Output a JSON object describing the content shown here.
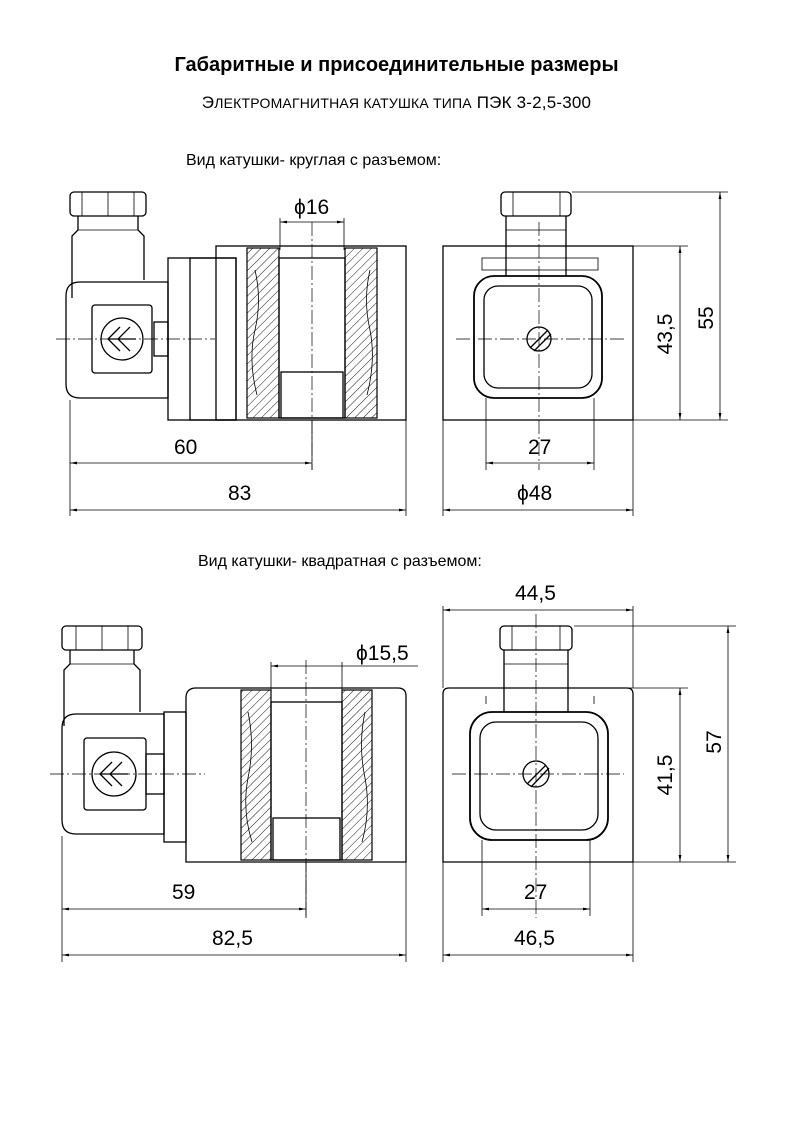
{
  "title": "Габаритные и присоединительные размеры",
  "subtitle": {
    "cap1": "Э",
    "small1": "ЛЕКТРОМАГНИТНАЯ КАТУШКА ТИПА",
    "model": "ПЭК 3-2,5-300"
  },
  "views": [
    {
      "caption": "Вид катушки- круглая с разъемом:",
      "dims": {
        "bore": "ϕ16",
        "center_to_axis": "60",
        "overall_length": "83",
        "height_total": "55",
        "height_connector": "43,5",
        "connector_width": "27",
        "width": "ϕ48"
      }
    },
    {
      "caption": "Вид катушки- квадратная с разъемом:",
      "dims": {
        "bore": "ϕ15,5",
        "center_to_axis": "59",
        "overall_length": "82,5",
        "top_width": "44,5",
        "height_total": "57",
        "height_connector": "41,5",
        "connector_width": "27",
        "width": "46,5"
      }
    }
  ]
}
